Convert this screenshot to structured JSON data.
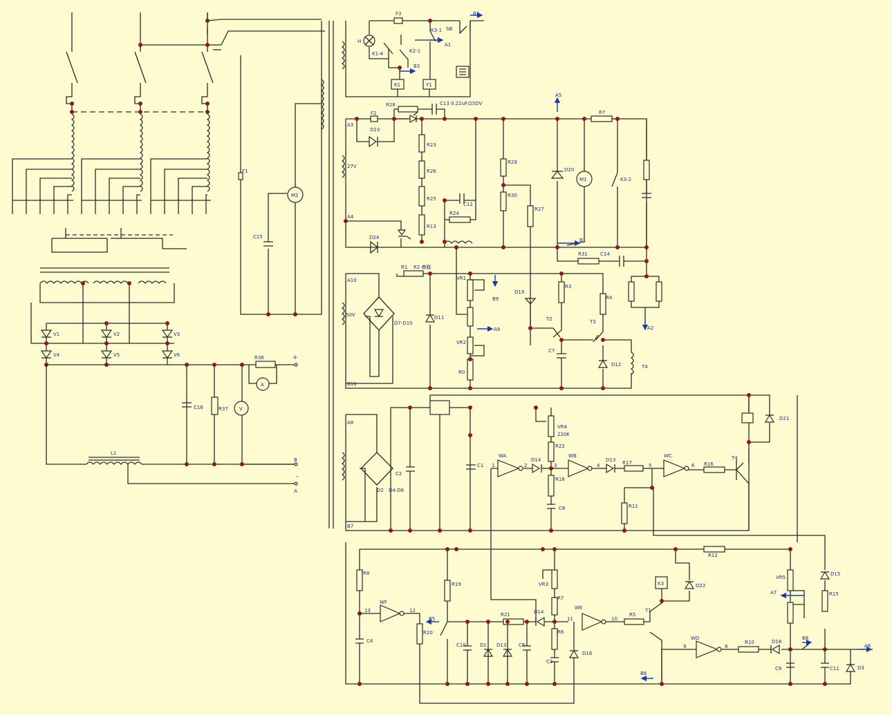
{
  "labels": {
    "B2": "B2",
    "F3": "F3",
    "H": "H",
    "K1_4": "K1-4",
    "K2_1": "K2-1",
    "K3_1": "K3-1",
    "SB": "SB",
    "A1": "A1",
    "B3": "B3",
    "K1": "K1",
    "Y1": "Y1",
    "A3": "A3",
    "R28": "R28",
    "C13": "C13 0.22uF/25DV",
    "F2": "F2",
    "D23": "D23",
    "V27": "27V",
    "R23": "R23",
    "R26": "R26",
    "R25": "R25",
    "R13": "R13",
    "R24": "R24",
    "C12": "C12",
    "A4": "A4",
    "D24": "D24",
    "R29": "R29",
    "R30": "R30",
    "R27": "R27",
    "D20": "D20",
    "M1": "M1",
    "R7": "R7",
    "K3_2": "K3-2",
    "B1": "B1",
    "R31": "R31",
    "C14": "C14",
    "A5": "A5",
    "F1": "F1",
    "M2": "M2",
    "C15": "C15",
    "A10": "A10",
    "R1": "R1",
    "R2": "R2 串联",
    "VR1": "VR1",
    "B9": "B9",
    "D19": "D19",
    "R3": "R3",
    "R4": "R4",
    "V50": "50V",
    "D7_D10": "D7-D10",
    "D11": "D11",
    "A9": "A9",
    "VR2": "VR2",
    "R0": "R0",
    "T2": "T2",
    "T3": "T3",
    "C7": "C7",
    "D12": "D12",
    "T4": "T4",
    "B10": "B10",
    "A2": "A2",
    "V1": "V1",
    "V2": "V2",
    "V3": "V3",
    "V4": "V4",
    "V5": "V5",
    "V6": "V6",
    "R36": "R36",
    "Aum": "A",
    "Vm": "V",
    "C16": "C16",
    "R37": "R37",
    "L1": "L1",
    "plus": "+",
    "minus": "-",
    "Bt": "B",
    "At": "A",
    "A8": "A8",
    "B7": "B7",
    "D2": "D2",
    "D4_D6": "D4-D6",
    "C2": "C2",
    "C1": "C1",
    "VR4": "VR4",
    "K220": "220K",
    "R22": "R22",
    "R18": "R18",
    "C8": "C8",
    "WA": "WA",
    "WB": "WB",
    "WC": "WC",
    "D14a": "D14",
    "D13a": "D13",
    "R17": "R17",
    "R16": "R16",
    "T4b": "T4",
    "R11": "R11",
    "D21": "D21",
    "n1": "1",
    "n2": "2",
    "n3": "3",
    "n4": "4",
    "n5": "5",
    "n6": "6",
    "R8": "R8",
    "WF": "WF",
    "C4": "C4",
    "n13": "13",
    "n12": "12",
    "R19": "R19",
    "B5": "B5",
    "R20": "R20",
    "C10": "C10",
    "D1": "D1",
    "D13b": "D13",
    "C6": "C6",
    "R21": "R21",
    "D14b": "D14",
    "VR3": "VR3",
    "R7b": "R7",
    "R6": "R6",
    "C3": "C3",
    "D16": "D16",
    "WE": "WE",
    "n11": "11",
    "n10": "10",
    "R5": "R5",
    "T1": "T1",
    "K3": "K3",
    "D22": "D22",
    "R12": "R12",
    "B6": "B6",
    "VR5": "VR5",
    "A7": "A7",
    "D15": "D15",
    "R15": "R15",
    "WD": "WD",
    "n9": "9",
    "n8": "8",
    "R10": "R10",
    "D16b": "D16",
    "B8": "B8",
    "C9": "C9",
    "C11": "C11",
    "D3": "D3",
    "A6": "A6"
  }
}
